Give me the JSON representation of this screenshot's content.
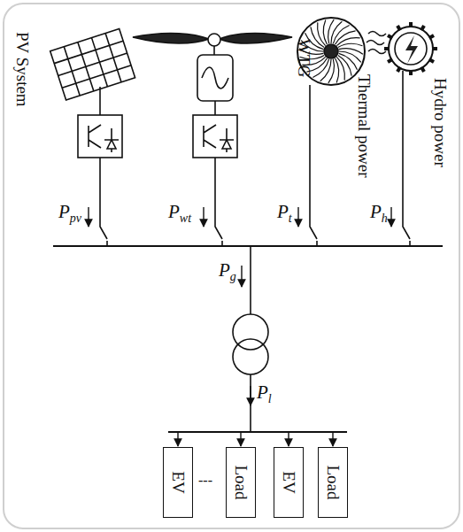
{
  "diagram": {
    "nodes": [
      {
        "text": [
          "EV"
        ]
      },
      {
        "text": [
          "Load"
        ]
      },
      {
        "text": [
          "EV"
        ]
      },
      {
        "text": [
          "Load"
        ]
      }
    ],
    "labels": [
      "PV System",
      "WTG",
      "Thermal power",
      "Hydro power",
      "Ppv",
      "Pwt",
      "Pt",
      "Ph",
      "Pg",
      "Pl",
      "---"
    ]
  }
}
